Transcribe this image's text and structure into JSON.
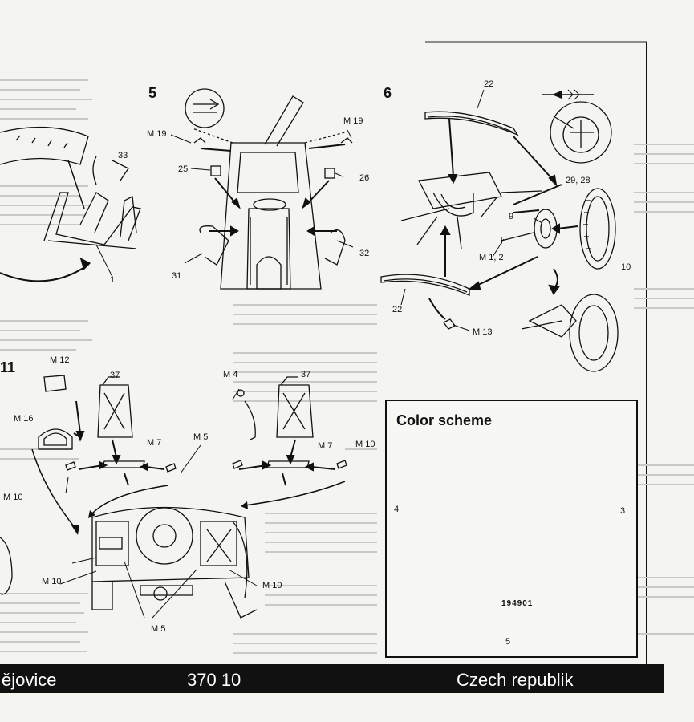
{
  "steps": {
    "s5": "5",
    "s6": "6",
    "s11": "11"
  },
  "labels": {
    "m19_left": "M 19",
    "m19_right": "M 19",
    "p33": "33",
    "p25": "25",
    "p26": "26",
    "p31": "31",
    "p32": "32",
    "p1": "1",
    "p22_top": "22",
    "p29_28": "29, 28",
    "p9": "9",
    "m1_2": "M 1, 2",
    "p10": "10",
    "p22_bottom": "22",
    "m13": "M 13",
    "m12": "M 12",
    "p37_left": "37",
    "m4": "M 4",
    "p37_right": "37",
    "m16": "M 16",
    "m7_left": "M 7",
    "m5_top": "M 5",
    "m7_right": "M 7",
    "m10_top": "M 10",
    "m10_left": "M 10",
    "m10_lower": "M 10",
    "m10_right": "M 10",
    "m5_bottom": "M 5"
  },
  "color_scheme": {
    "title": "Color scheme",
    "callout_4": "4",
    "callout_3": "3",
    "callout_5": "5",
    "plate": "194901",
    "highlight_color": "#f7e11a"
  },
  "footer": {
    "left": "ějovice",
    "center": "370 10",
    "right": "Czech republik"
  }
}
